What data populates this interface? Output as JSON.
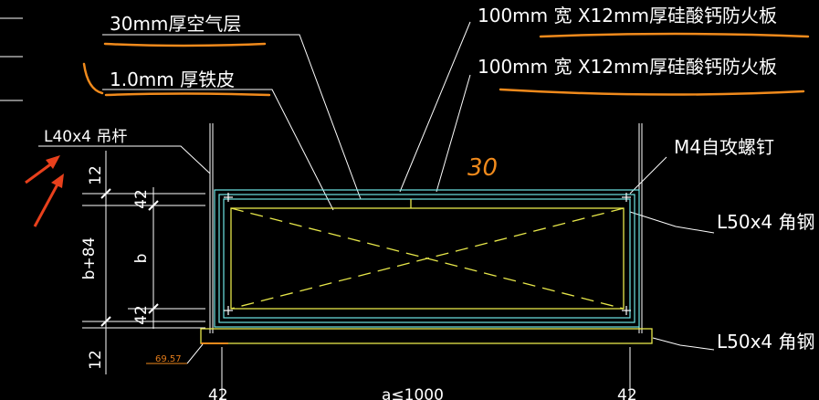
{
  "labels": {
    "air_layer": "30mm厚空气层",
    "iron_sheet": "1.0mm 厚铁皮",
    "board_top": "100mm 宽 X12mm厚硅酸钙防火板",
    "board_second": "100mm 宽 X12mm厚硅酸钙防火板",
    "hanger": "L40x4 吊杆",
    "screw": "M4自攻螺钉",
    "angle_top": "L50x4 角钢",
    "angle_bottom": "L50x4 角钢"
  },
  "dimensions": {
    "left_total": "b+84",
    "left_b": "b",
    "left_top_42": "42",
    "left_bottom_42": "42",
    "left_top_12": "12",
    "left_bottom_12": "12",
    "bottom_left_42": "42",
    "bottom_right_42": "42",
    "bottom_a": "a≤1000",
    "small_readout": "69.57"
  },
  "annotations": {
    "handwritten_30": "30"
  },
  "colors": {
    "background": "#000000",
    "line_white": "#ffffff",
    "line_yellow": "#e8e84a",
    "line_cyan": "#6ee6e6",
    "annotation_orange": "#f08a1c",
    "arrow_red": "#e8401c"
  }
}
